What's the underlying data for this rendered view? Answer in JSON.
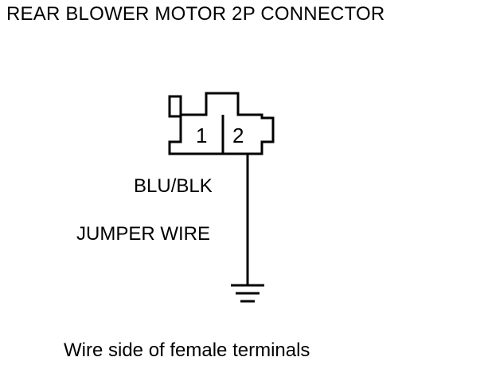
{
  "title": "REAR BLOWER MOTOR 2P CONNECTOR",
  "connector": {
    "pins": [
      "1",
      "2"
    ]
  },
  "wire": {
    "color_label": "BLU/BLK",
    "jumper_label": "JUMPER WIRE"
  },
  "caption": "Wire side of female terminals"
}
